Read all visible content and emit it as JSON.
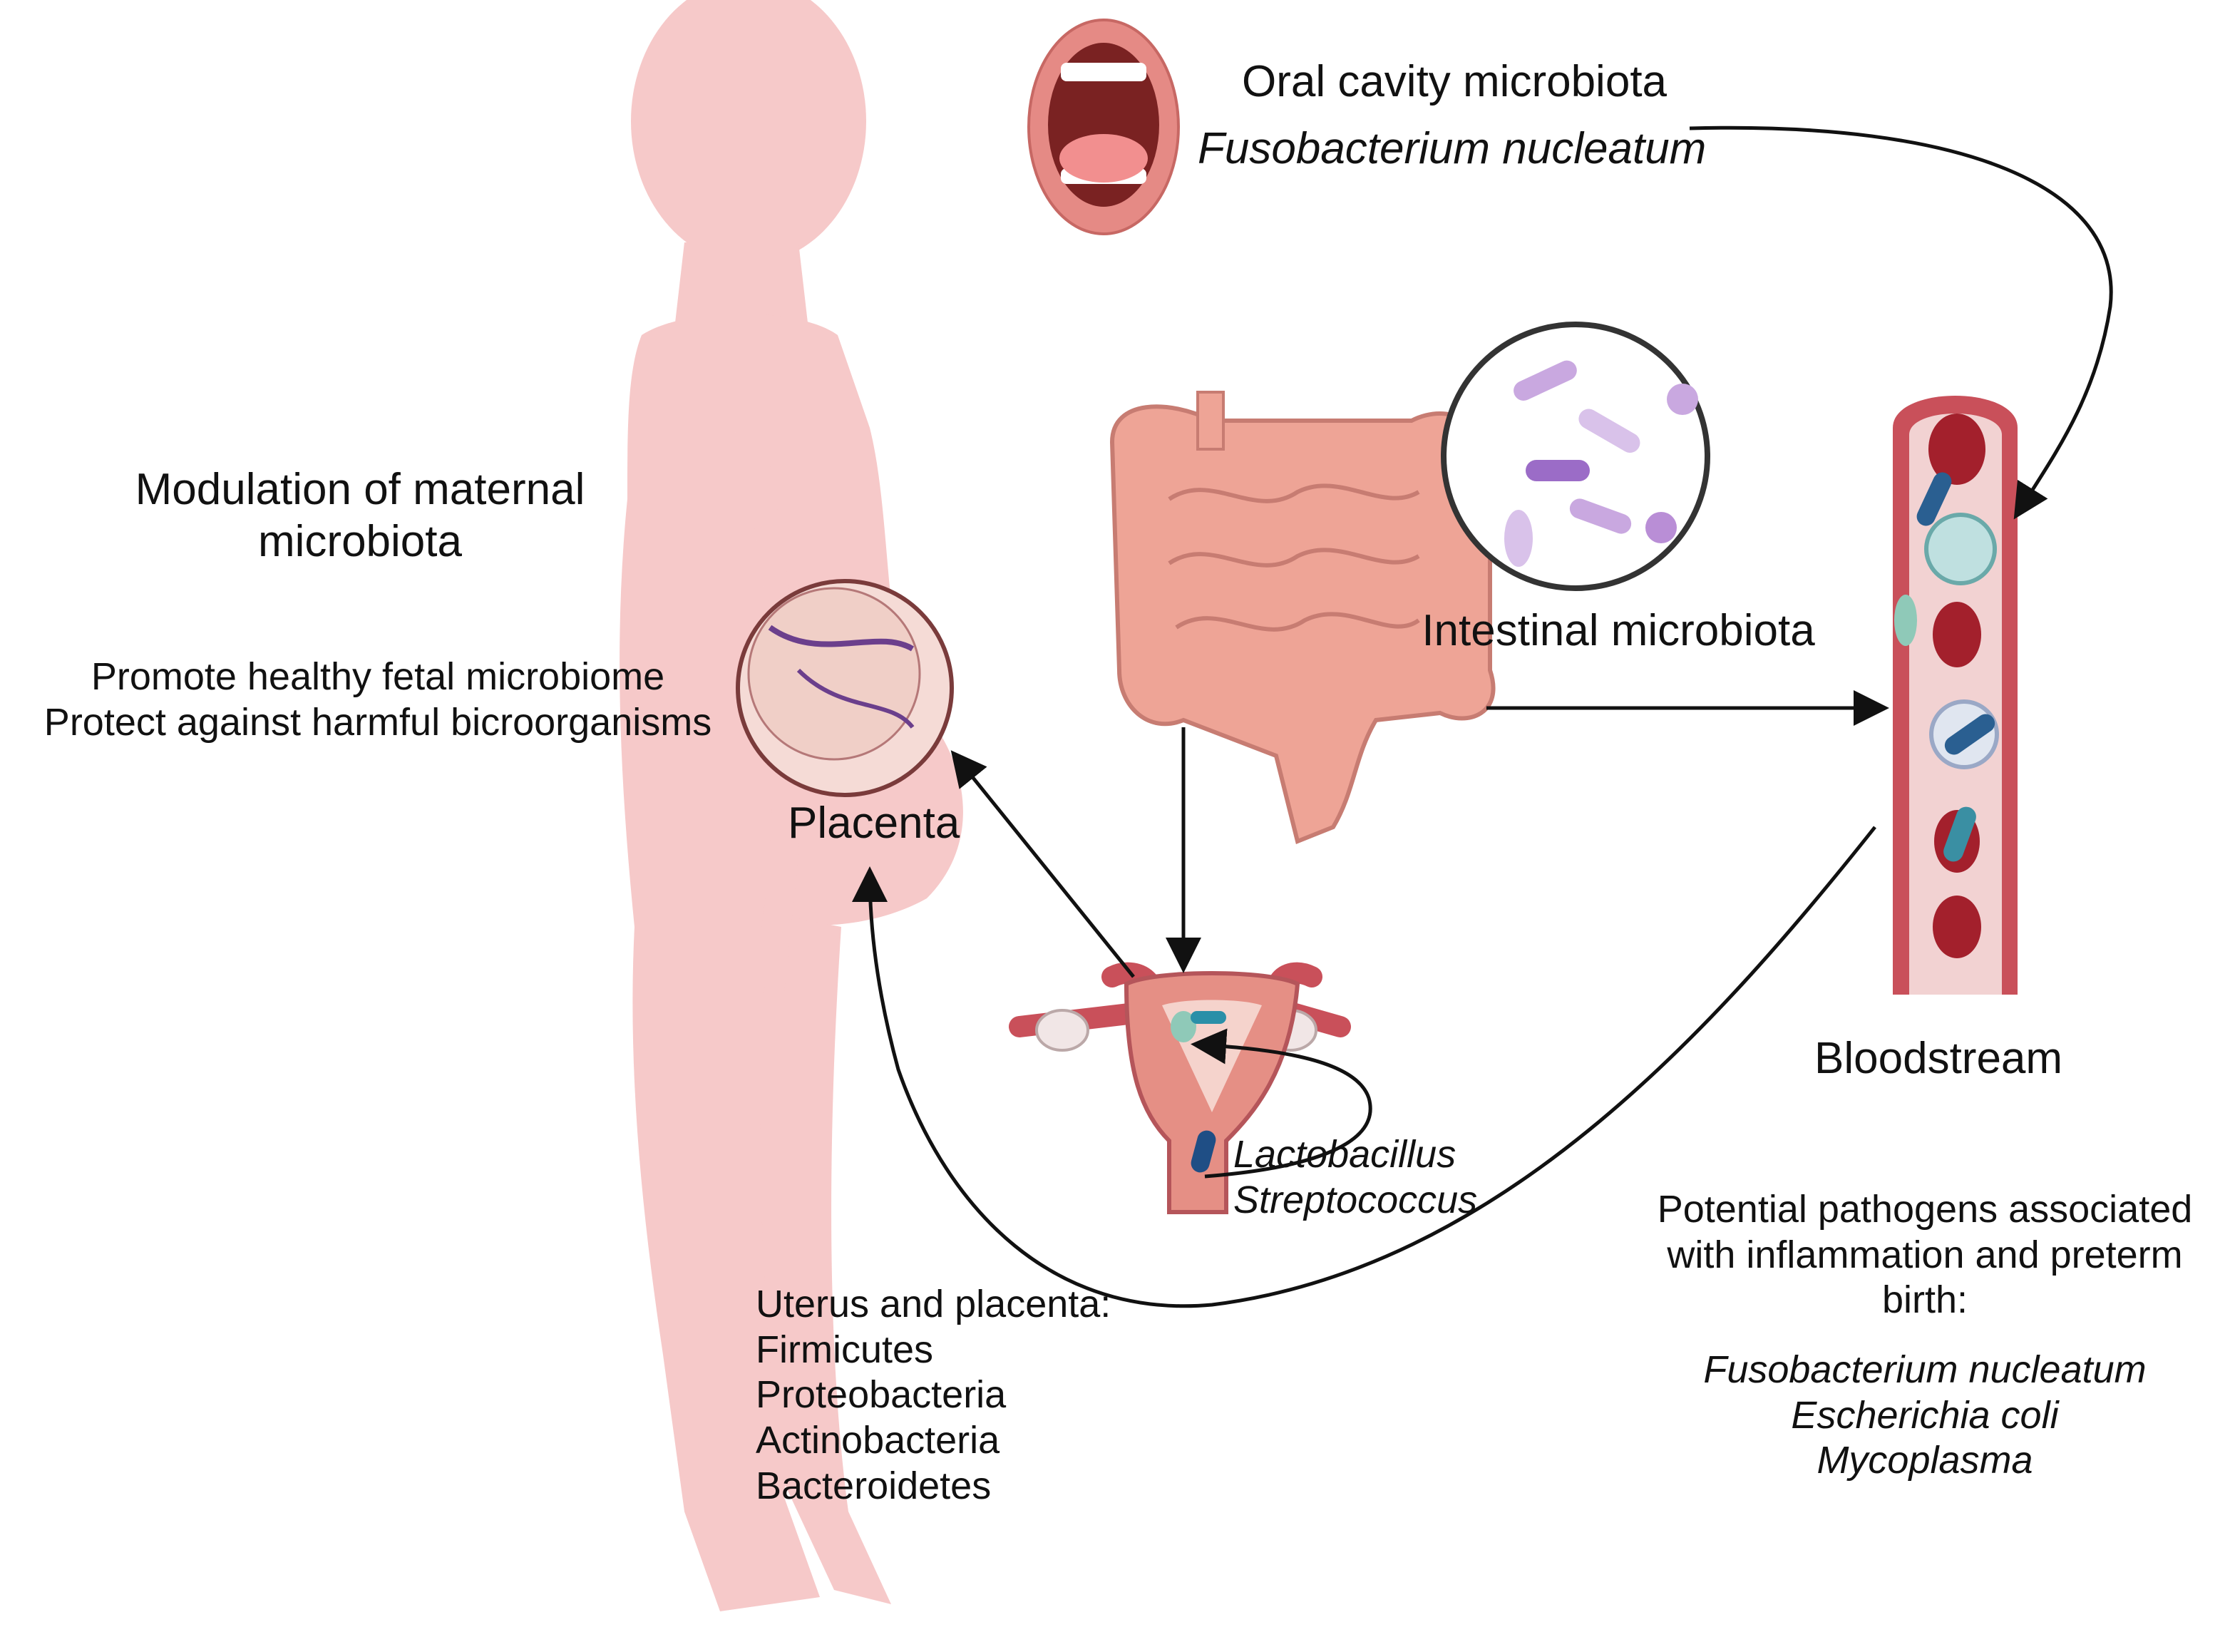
{
  "labels": {
    "oral_title": "Oral cavity microbiota",
    "oral_species": "Fusobacterium nucleatum",
    "intestinal": "Intestinal microbiota",
    "modulation_line1": "Modulation of maternal",
    "modulation_line2": "microbiota",
    "promote": "Promote healthy fetal microbiome",
    "protect": "Protect against harmful bicroorganisms",
    "placenta": "Placenta",
    "bloodstream": "Bloodstream",
    "vaginal_species": [
      "Lactobacillus",
      "Streptococcus"
    ],
    "uterus_title": "Uterus and placenta:",
    "uterus_phyla": [
      "Firmicutes",
      "Proteobacteria",
      "Actinobacteria",
      "Bacteroidetes"
    ],
    "pathogens_title": [
      "Potential pathogens associated",
      "with inflammation and preterm",
      "birth:"
    ],
    "pathogens_species": [
      "Fusobacterium nucleatum",
      "Escherichia coli",
      "Mycoplasma"
    ]
  },
  "colors": {
    "silhouette": "#f6c9c9",
    "tissue": "#e9a79a",
    "vessel": "#c9505a",
    "blood_cell": "#a3202c",
    "microbe_purple": "#c9a8e0",
    "arrow": "#111111"
  }
}
